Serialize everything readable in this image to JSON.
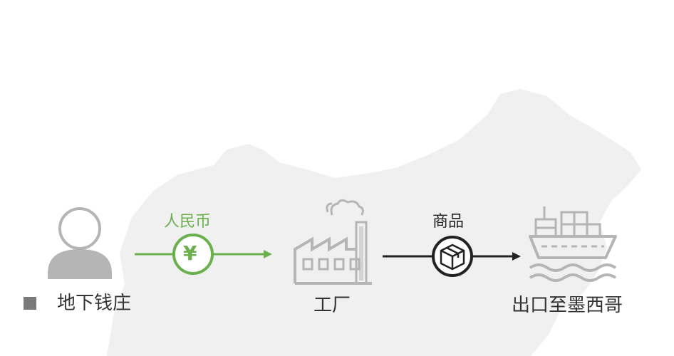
{
  "nodes": {
    "underground_bank": {
      "label": "地下钱庄"
    },
    "factory": {
      "label": "工厂"
    },
    "export": {
      "label": "出口至墨西哥"
    }
  },
  "flows": {
    "money": {
      "label": "人民币",
      "symbol": "¥",
      "color": "#6ab04c"
    },
    "goods": {
      "label": "商品",
      "color": "#222222"
    }
  },
  "colors": {
    "icon_gray": "#b5b5b5",
    "map_fill": "#eeeeee",
    "text": "#333333"
  }
}
